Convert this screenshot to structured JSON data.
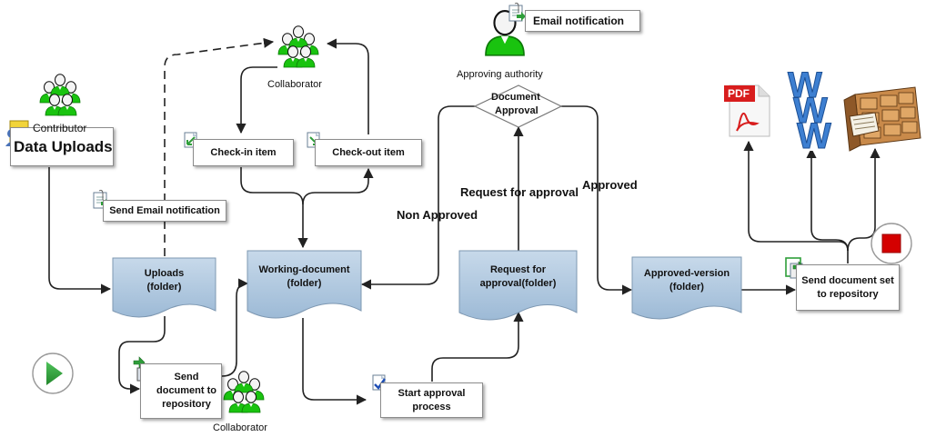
{
  "nodes": {
    "data_uploads": "Data Uploads",
    "contributor": "Contributor",
    "collaborator_top": "Collaborator",
    "collaborator_bottom": "Collaborator",
    "approving_authority": "Approving authority",
    "email_notification": "Email notification",
    "document_approval_line1": "Document",
    "document_approval_line2": "Approval",
    "check_in": "Check-in item",
    "check_out": "Check-out item",
    "send_email_notification": "Send Email notification",
    "uploads_line1": "Uploads",
    "uploads_line2": "(folder)",
    "working_line1": "Working-document",
    "working_line2": "(folder)",
    "request_line1": "Request for",
    "request_line2": "approval(folder)",
    "approved_line1": "Approved-version",
    "approved_line2": "(folder)",
    "send_doc_line1": "Send",
    "send_doc_line2": "document to",
    "send_doc_line3": "repository",
    "start_approval_line1": "Start approval",
    "start_approval_line2": "process",
    "send_set_line1": "Send document set",
    "send_set_line2": "to repository"
  },
  "edge_labels": {
    "non_approved": "Non Approved",
    "request_for_approval": "Request for approval",
    "approved": "Approved"
  },
  "icons": {
    "pdf_text": "PDF",
    "www_letter": "W"
  },
  "colors": {
    "doc_fill_top": "#c7d9ea",
    "doc_fill_bottom": "#9dbad6",
    "person_green": "#19c30f",
    "play_green": "#2fa23a",
    "stop_red": "#d40000",
    "line": "#222222"
  }
}
